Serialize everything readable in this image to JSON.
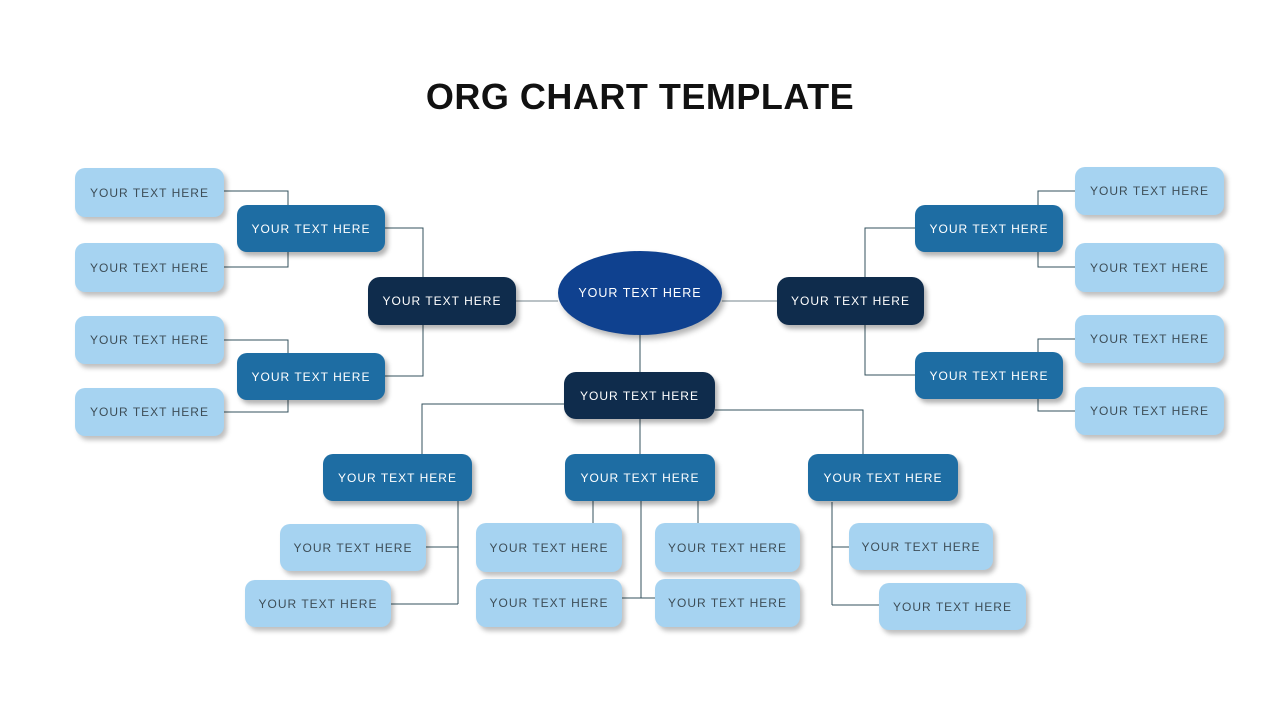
{
  "title": "ORG CHART TEMPLATE",
  "colors": {
    "royal_blue": "#0f418f",
    "dark_navy": "#0f2c4c",
    "medium_blue": "#1e6da3",
    "light_blue": "#a6d3f1",
    "leaf_text": "#3d4d57",
    "connector": "#33515c",
    "connector_gray": "#76868e",
    "title_color": "#111111",
    "background": "#ffffff"
  },
  "nodes": {
    "root": "YOUR TEXT HERE",
    "left_head": "YOUR TEXT HERE",
    "right_head": "YOUR TEXT HERE",
    "bottom_head": "YOUR TEXT HERE",
    "left_manager_1": "YOUR TEXT HERE",
    "left_manager_2": "YOUR TEXT HERE",
    "right_manager_1": "YOUR TEXT HERE",
    "right_manager_2": "YOUR TEXT HERE",
    "bottom_manager_1": "YOUR TEXT HERE",
    "bottom_manager_2": "YOUR TEXT HERE",
    "bottom_manager_3": "YOUR TEXT HERE",
    "left_leaf_1": "YOUR TEXT HERE",
    "left_leaf_2": "YOUR TEXT HERE",
    "left_leaf_3": "YOUR TEXT HERE",
    "left_leaf_4": "YOUR TEXT HERE",
    "right_leaf_1": "YOUR TEXT HERE",
    "right_leaf_2": "YOUR TEXT HERE",
    "right_leaf_3": "YOUR TEXT HERE",
    "right_leaf_4": "YOUR TEXT HERE",
    "bottom_left_leaf_1": "YOUR TEXT HERE",
    "bottom_left_leaf_2": "YOUR TEXT HERE",
    "bottom_mid_leaf_1": "YOUR TEXT HERE",
    "bottom_mid_leaf_2": "YOUR TEXT HERE",
    "bottom_mid_leaf_3": "YOUR TEXT HERE",
    "bottom_mid_leaf_4": "YOUR TEXT HERE",
    "bottom_right_leaf_1": "YOUR TEXT HERE",
    "bottom_right_leaf_2": "YOUR TEXT HERE"
  }
}
